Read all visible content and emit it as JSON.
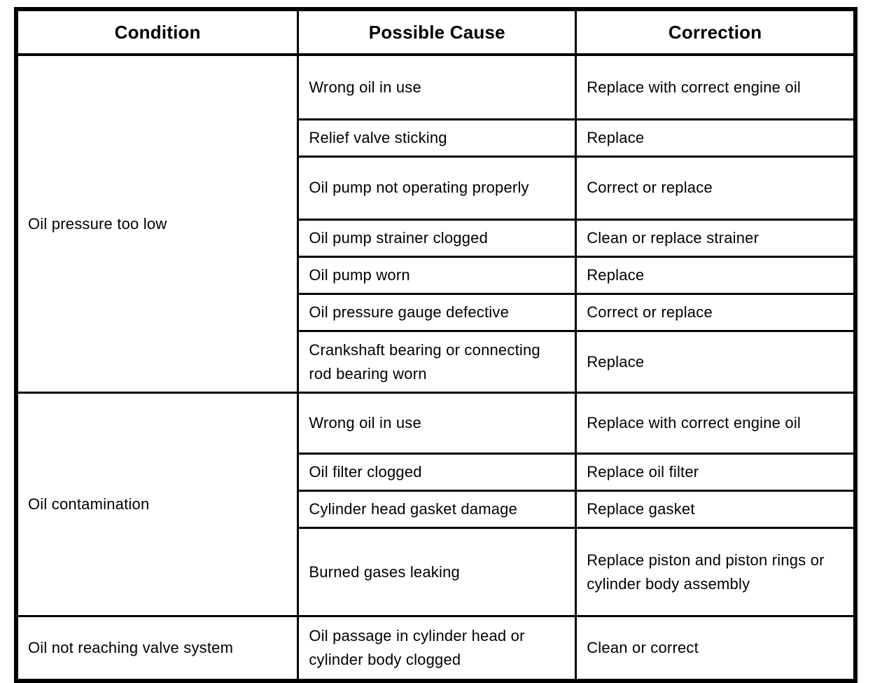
{
  "table": {
    "headers": [
      "Condition",
      "Possible Cause",
      "Correction"
    ],
    "sections": [
      {
        "condition": "Oil pressure too low",
        "rows": [
          {
            "cause": "Wrong oil in use",
            "correction": "Replace with correct engine oil"
          },
          {
            "cause": "Relief valve sticking",
            "correction": "Replace"
          },
          {
            "cause": "Oil pump not operating properly",
            "correction": "Correct or replace"
          },
          {
            "cause": "Oil pump strainer clogged",
            "correction": "Clean or replace strainer"
          },
          {
            "cause": "Oil pump worn",
            "correction": "Replace"
          },
          {
            "cause": "Oil pressure gauge defective",
            "correction": "Correct or replace"
          },
          {
            "cause": "Crankshaft bearing or connecting rod bearing worn",
            "correction": "Replace"
          }
        ]
      },
      {
        "condition": "Oil contamination",
        "rows": [
          {
            "cause": "Wrong oil in use",
            "correction": "Replace with correct engine oil"
          },
          {
            "cause": "Oil filter clogged",
            "correction": "Replace oil filter"
          },
          {
            "cause": "Cylinder head gasket damage",
            "correction": "Replace gasket"
          },
          {
            "cause": "Burned gases leaking",
            "correction": "Replace piston and piston rings or cylinder body assembly"
          }
        ]
      },
      {
        "condition": "Oil not reaching valve system",
        "rows": [
          {
            "cause": "Oil passage in cylinder head or cylinder body clogged",
            "correction": "Clean or correct"
          }
        ]
      }
    ]
  },
  "colors": {
    "background": "#ffffff",
    "text": "#000000",
    "border": "#000000"
  }
}
